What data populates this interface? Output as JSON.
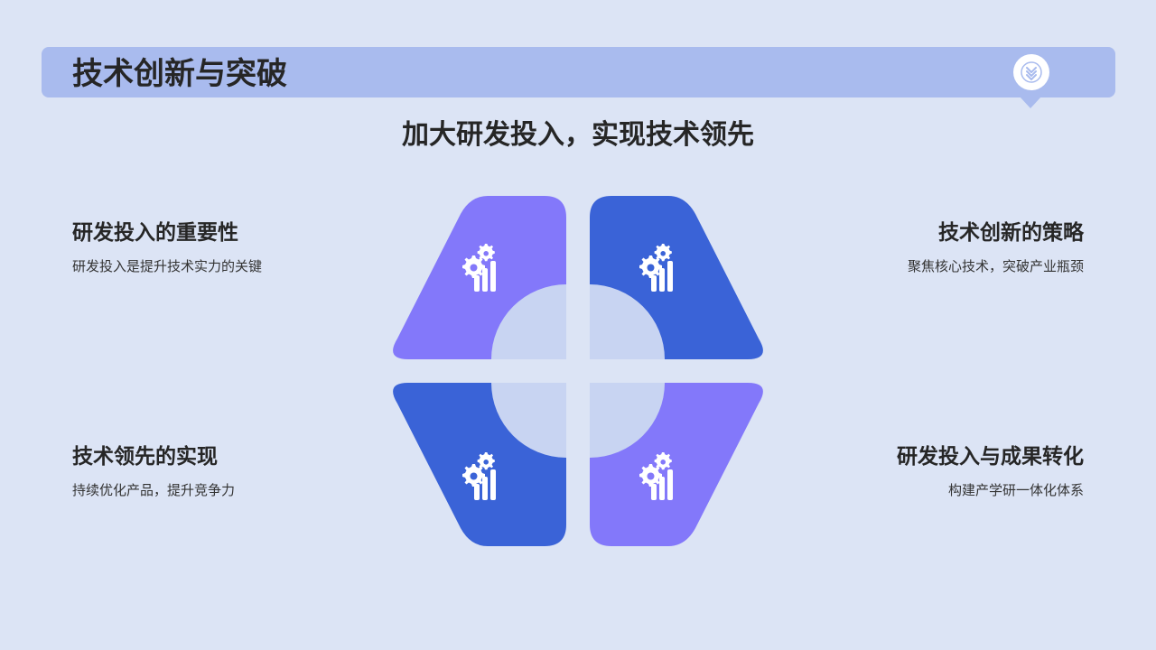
{
  "header": {
    "title": "技术创新与突破",
    "icon": "double-chevron-down-icon"
  },
  "subtitle": "加大研发投入，实现技术领先",
  "items": [
    {
      "title": "研发投入的重要性",
      "desc": "研发投入是提升技术实力的关键"
    },
    {
      "title": "技术创新的策略",
      "desc": "聚焦核心技术，突破产业瓶颈"
    },
    {
      "title": "技术领先的实现",
      "desc": "持续优化产品，提升竞争力"
    },
    {
      "title": "研发投入与成果转化",
      "desc": "构建产学研一体化体系"
    }
  ],
  "diagram": {
    "segment_icon": "gear-bar-chart-icon",
    "colors": {
      "purple": "#8378fa",
      "blue": "#3a63d7",
      "center": "#c8d4f2",
      "header": "#a9bbee",
      "background": "#dce4f5"
    }
  }
}
